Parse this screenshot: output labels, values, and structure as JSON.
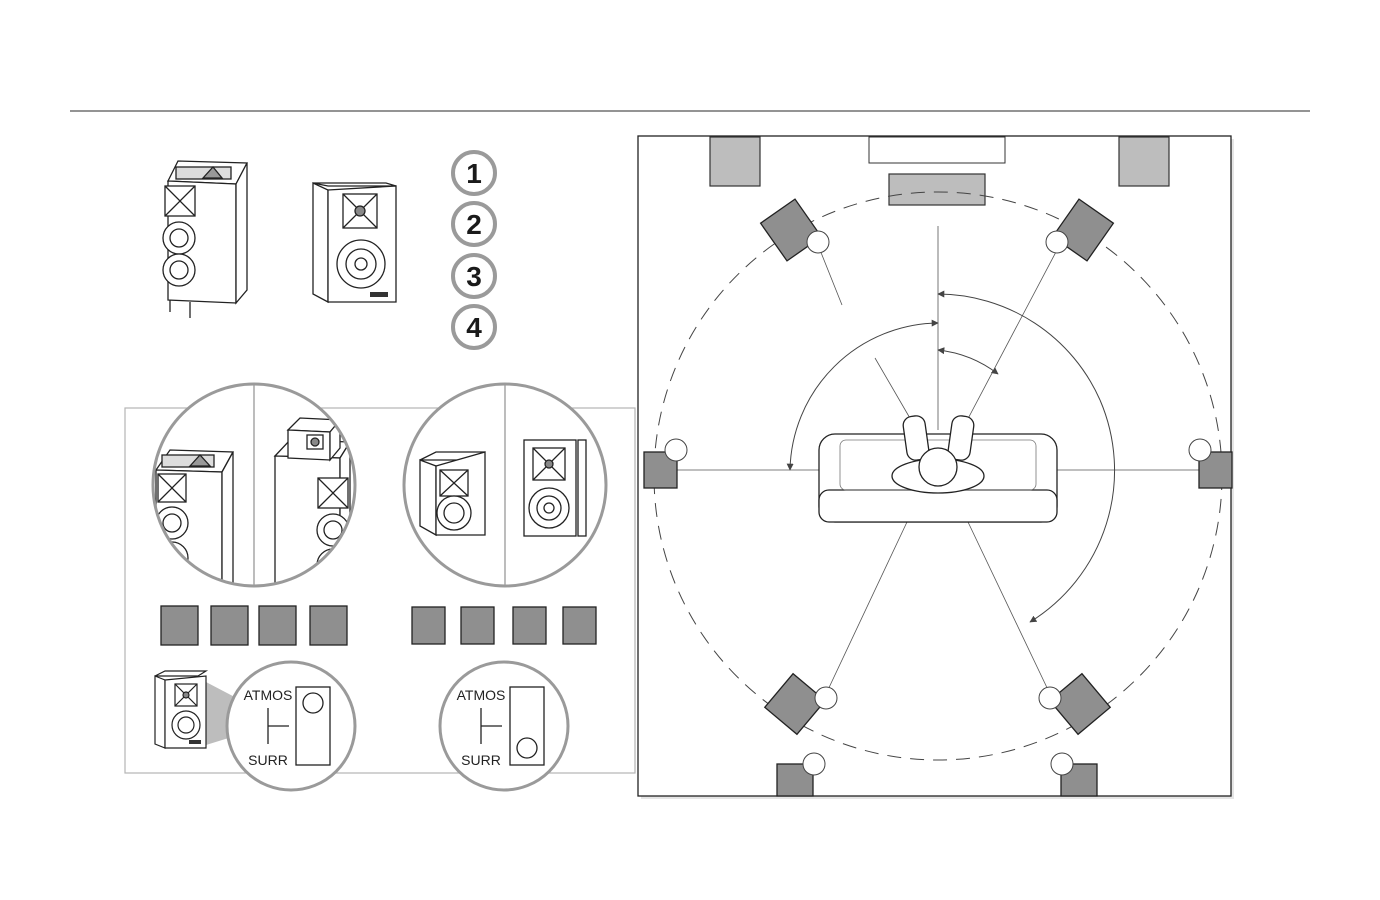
{
  "steps": [
    "1",
    "2",
    "3",
    "4"
  ],
  "switch_labels": {
    "left": {
      "top": "ATMOS",
      "bottom": "SURR"
    },
    "right": {
      "top": "ATMOS",
      "bottom": "SURR"
    }
  },
  "colors": {
    "line": "#222222",
    "speaker_dark": "#8f8f8f",
    "speaker_light": "#bdbdbd",
    "badge_ring": "#9a9a9a",
    "panel_border": "#b5b5b5",
    "magnifier_ring": "#9a9a9a"
  },
  "icons": [
    "floorstanding-speaker-icon",
    "elevation-speaker-icon",
    "sofa-icon",
    "listener-icon",
    "switch-icon"
  ]
}
